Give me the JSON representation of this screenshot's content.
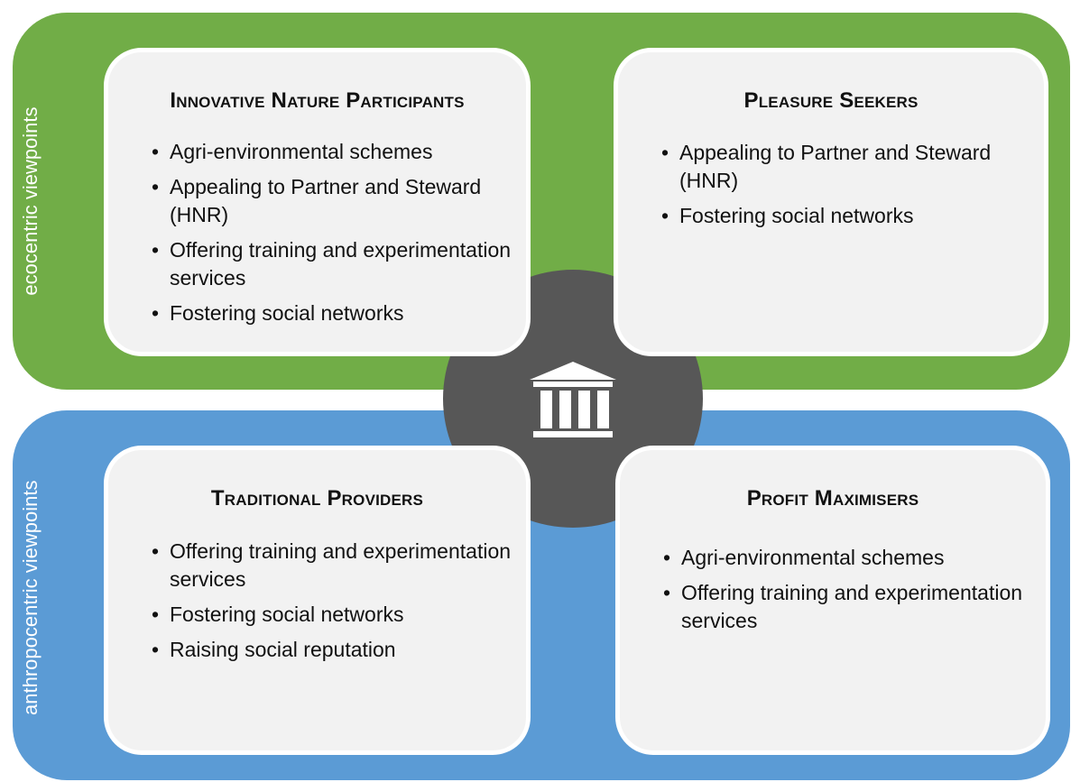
{
  "colors": {
    "ecocentric_band": "#71ad47",
    "anthropocentric_band": "#5b9bd5",
    "hub": "#575757",
    "card": "#f2f2f2"
  },
  "bands": {
    "top": {
      "label": "ecocentric viewpoints"
    },
    "bottom": {
      "label": "anthropocentric viewpoints"
    }
  },
  "hub": {
    "icon": "institution-building-icon"
  },
  "cards": {
    "innovative_nature_participants": {
      "title": "Innovative Nature Participants",
      "items": [
        "Agri-environmental schemes",
        "Appealing to Partner and Steward (HNR)",
        "Offering training and experimentation services",
        "Fostering social networks"
      ]
    },
    "pleasure_seekers": {
      "title": "Pleasure Seekers",
      "items": [
        "Appealing to Partner and Steward (HNR)",
        "Fostering social networks"
      ]
    },
    "traditional_providers": {
      "title": "Traditional Providers",
      "items": [
        "Offering training and experimentation services",
        "Fostering social networks",
        "Raising social reputation"
      ]
    },
    "profit_maximisers": {
      "title": "Profit Maximisers",
      "items": [
        "Agri-environmental schemes",
        "Offering training and experimentation services"
      ]
    }
  }
}
